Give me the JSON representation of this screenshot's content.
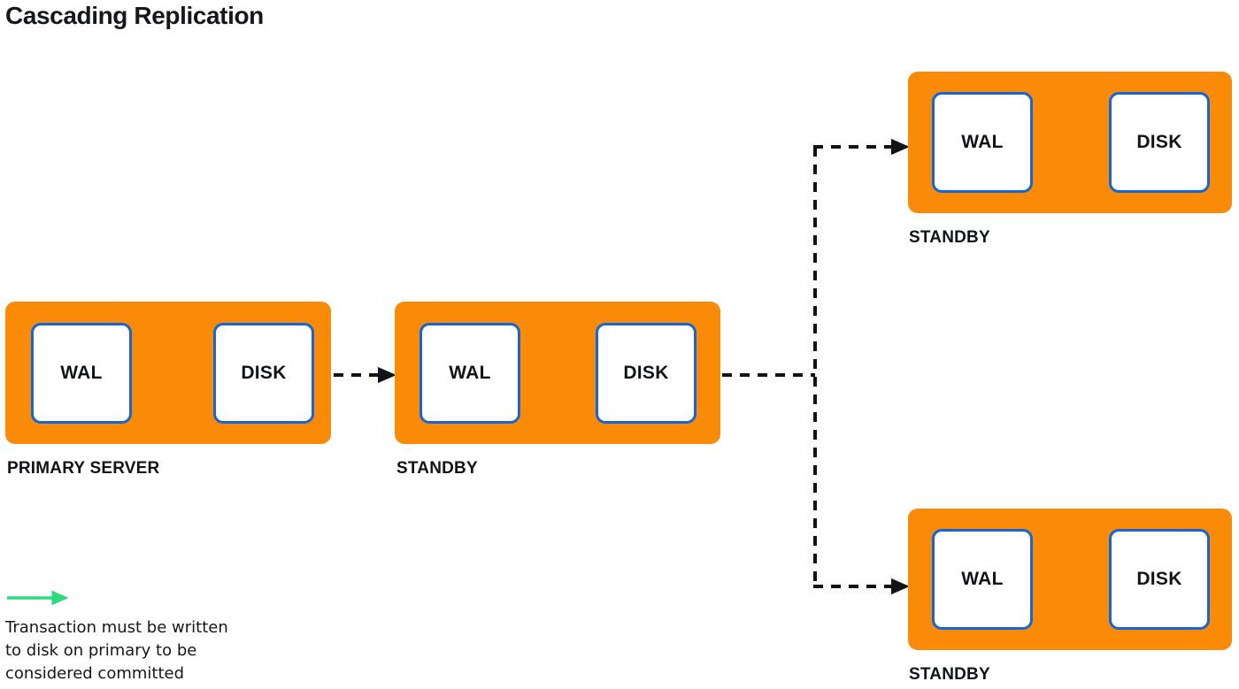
{
  "title": "Cascading Replication",
  "colors": {
    "server_fill": "#F98B08",
    "node_border": "#1565D8",
    "node_fill": "#FFFFFF",
    "sync_arrow": "#2FD97E",
    "async_arrow": "#111417",
    "text": "#15171A",
    "background": "#FFFFFF"
  },
  "servers": [
    {
      "id": "primary",
      "caption": "PRIMARY SERVER",
      "nodes": [
        {
          "id": "primary-wal",
          "label": "WAL"
        },
        {
          "id": "primary-disk",
          "label": "DISK"
        }
      ],
      "internal_arrow": "solid-green"
    },
    {
      "id": "standby-middle",
      "caption": "STANDBY",
      "nodes": [
        {
          "id": "standby-middle-wal",
          "label": "WAL"
        },
        {
          "id": "standby-middle-disk",
          "label": "DISK"
        }
      ],
      "internal_arrow": "dashed-black"
    },
    {
      "id": "standby-top",
      "caption": "STANDBY",
      "nodes": [
        {
          "id": "standby-top-wal",
          "label": "WAL"
        },
        {
          "id": "standby-top-disk",
          "label": "DISK"
        }
      ],
      "internal_arrow": "dashed-black"
    },
    {
      "id": "standby-bottom",
      "caption": "STANDBY",
      "nodes": [
        {
          "id": "standby-bottom-wal",
          "label": "WAL"
        },
        {
          "id": "standby-bottom-disk",
          "label": "DISK"
        }
      ],
      "internal_arrow": "dashed-black"
    }
  ],
  "connections": [
    {
      "from": "primary",
      "to": "standby-middle",
      "style": "dashed-black"
    },
    {
      "from": "standby-middle",
      "to": "standby-top",
      "style": "dashed-black"
    },
    {
      "from": "standby-middle",
      "to": "standby-bottom",
      "style": "dashed-black"
    }
  ],
  "legend": {
    "arrow_style": "solid-green",
    "line1": "Transaction must be written",
    "line2": "to disk on primary to be",
    "line3": "considered committed"
  }
}
